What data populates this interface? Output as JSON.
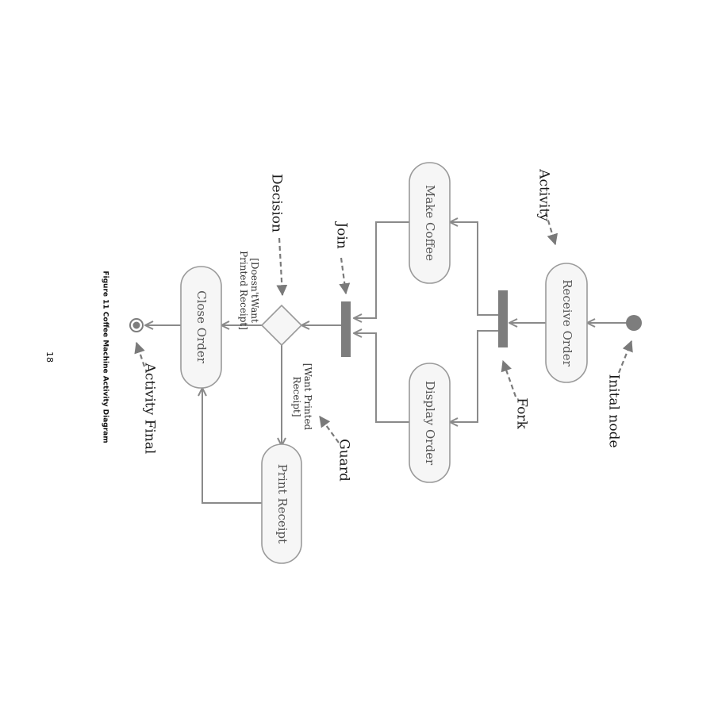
{
  "activities": {
    "receive_order": "Receive Order",
    "make_coffee": "Make Coffee",
    "display_order": "Display Order",
    "close_order": "Close Order",
    "print_receipt": "Print Receipt"
  },
  "guards": {
    "doesnt_want_line1": "[Doesn'tWant",
    "doesnt_want_line2": "Printed Receipt]",
    "want_line1": "[Want Printed",
    "want_line2": "Receipt]"
  },
  "annotations": {
    "activity": "Activity",
    "initial_node": "Inital node",
    "fork": "Fork",
    "join": "Join",
    "decision": "Decision",
    "guard": "Guard",
    "activity_final": "Activity Final"
  },
  "caption": "Figure 11 Coffee Machine Activity Diagram",
  "page_number": "18"
}
